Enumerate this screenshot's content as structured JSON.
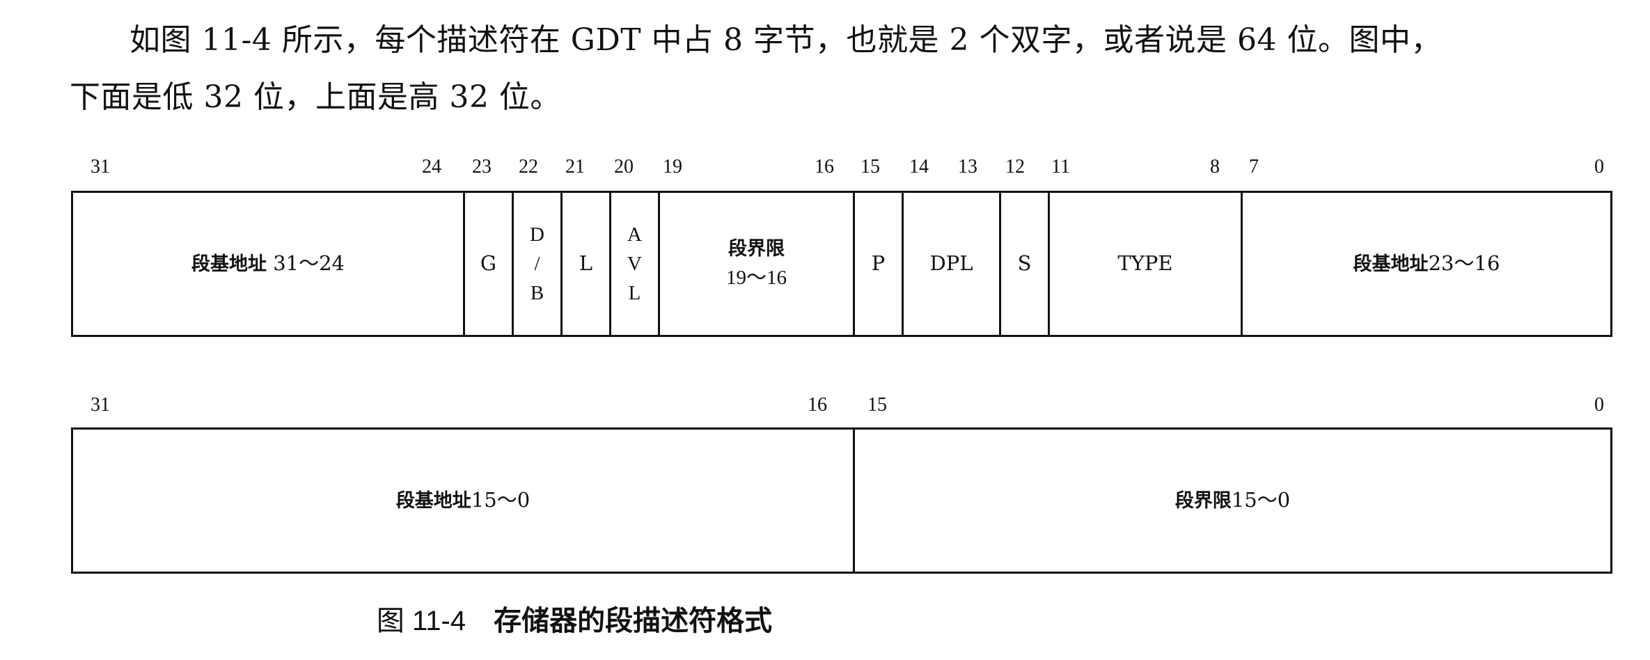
{
  "paragraph": {
    "line1": "如图 11-4 所示，每个描述符在 GDT 中占 8 字节，也就是 2 个双字，或者说是 64 位。图中，",
    "line2": "下面是低 32 位，上面是高 32 位。"
  },
  "high_dword": {
    "bit_labels": [
      "31",
      "24",
      "23",
      "22",
      "21",
      "20",
      "19",
      "16",
      "15",
      "14",
      "13",
      "12",
      "11",
      "8",
      "7",
      "0"
    ],
    "fields": {
      "base_31_24": {
        "name": "段基地址",
        "range": " 31～24"
      },
      "g": "G",
      "db": [
        "D",
        "/",
        "B"
      ],
      "l": "L",
      "avl": [
        "A",
        "V",
        "L"
      ],
      "limit_19_16": {
        "name": "段界限",
        "range": "19～16"
      },
      "p": "P",
      "dpl": "DPL",
      "s": "S",
      "type": "TYPE",
      "base_23_16": {
        "name": "段基地址",
        "range": "23～16"
      }
    }
  },
  "low_dword": {
    "bit_labels": [
      "31",
      "16",
      "15",
      "0"
    ],
    "fields": {
      "base_15_0": {
        "name": "段基地址",
        "range": "15～0"
      },
      "limit_15_0": {
        "name": "段界限",
        "range": "15～0"
      }
    }
  },
  "caption": {
    "number": "图 11-4",
    "title": "存储器的段描述符格式"
  }
}
